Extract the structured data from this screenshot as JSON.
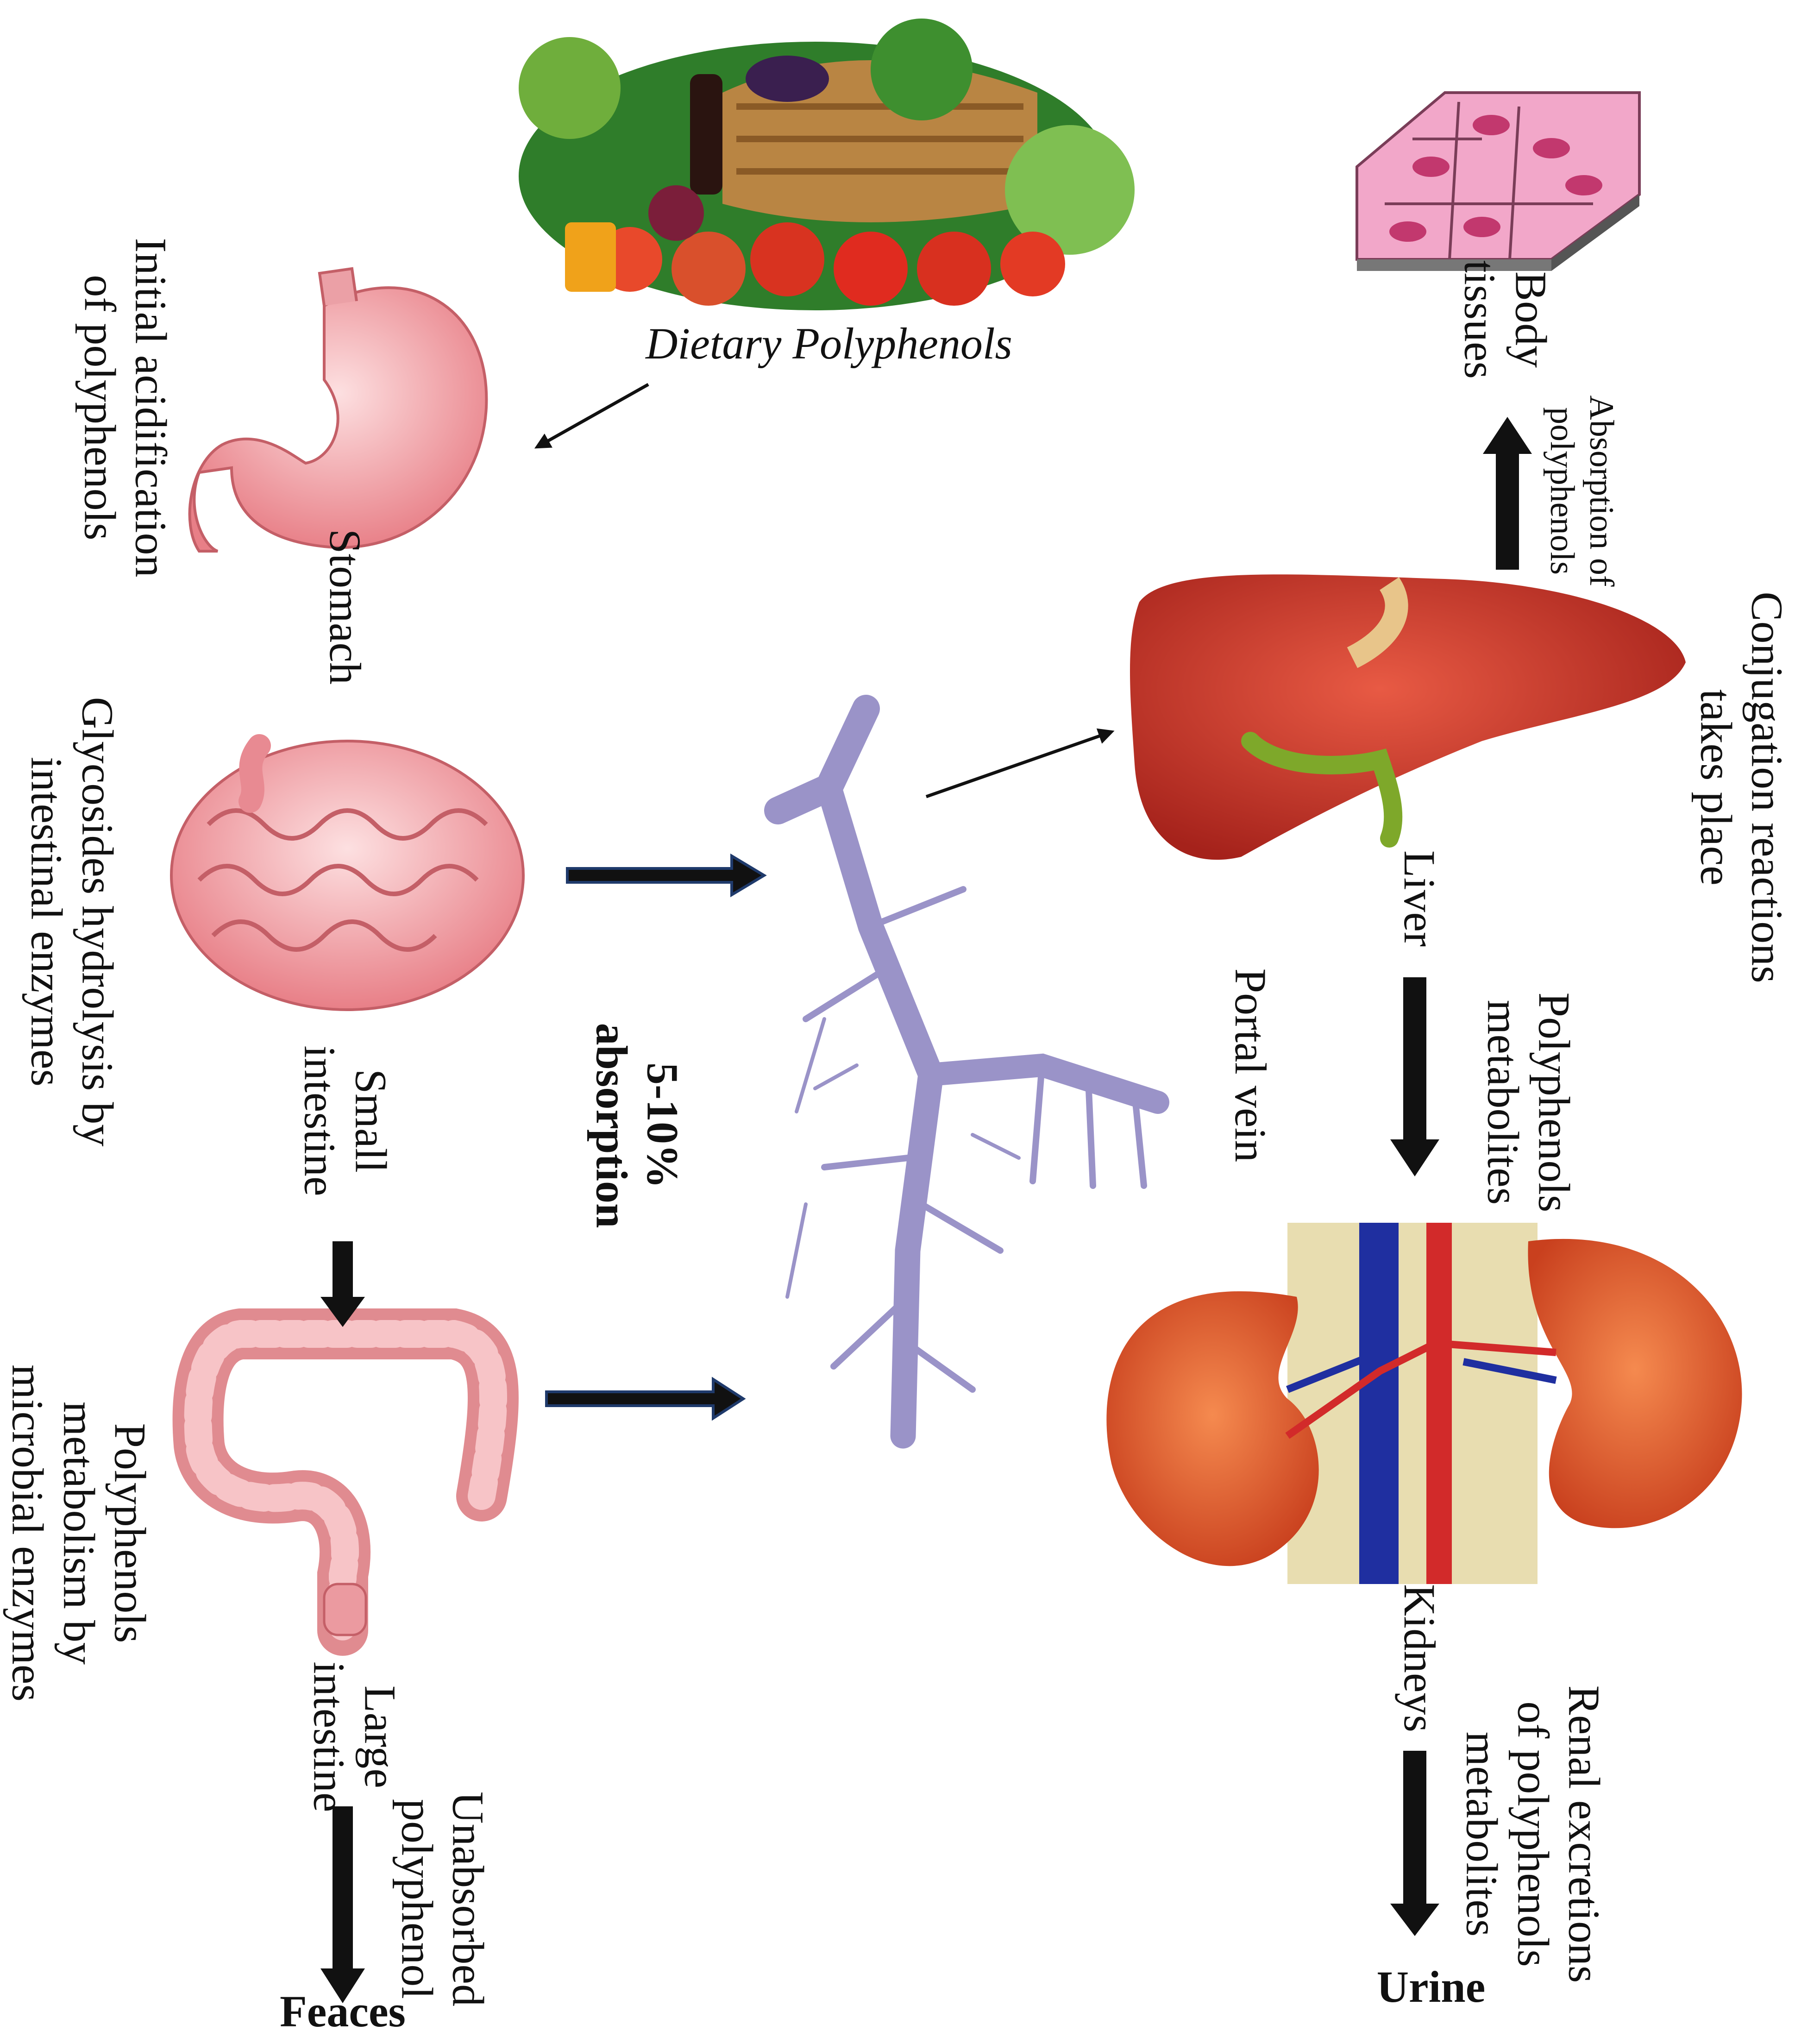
{
  "labels": {
    "dietary": "Dietary Polyphenols",
    "stomach": "Stomach",
    "acidification": "Initial acidification\nof polyphenols",
    "small_intestine": "Small\nintestine",
    "glycosides": "Glycosides hydrolysis by\nintestinal enzymes",
    "absorption_pct": "5-10%\nabsorption",
    "large_intestine": "Large\nintestine",
    "microbial": "Polyphenols\nmetabolism by\nmicrobial enzymes",
    "unabsorbed": "Unabsorbed\npolyphenol",
    "feaces": "Feaces",
    "portal_vein": "Portal vein",
    "liver": "Liver",
    "conjugation": "Conjugation reactions\ntakes place",
    "absorption_of": "Absorption of\npolyphenols",
    "body_tissues": "Body\ntissues",
    "poly_metabolites": "Polyphenols\nmetabolites",
    "kidneys": "Kidneys",
    "renal": "Renal excretions\nof polyphenols\nmetabolites",
    "urine": "Urine"
  },
  "colors": {
    "organ_pink": "#f3a1a6",
    "liver_red": "#c9342b",
    "kidney_orange": "#e3582a",
    "vein_blue": "#1f2fa0",
    "artery_red": "#d22a2a",
    "portal_purple": "#9a93c8",
    "tissue_pink": "#f2a7c9",
    "arrow_blue": "#1f3a6b"
  }
}
